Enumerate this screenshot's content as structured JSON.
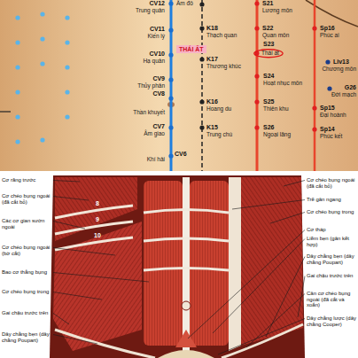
{
  "diagram": {
    "nodes": [
      {
        "text": [
          "THÁI ẤT"
        ]
      },
      {
        "text": [
          "Thái ất"
        ]
      }
    ],
    "labels": [
      "CV12",
      "Âm đô",
      "S21",
      "Lương môn",
      "Trung quản",
      "CV11",
      "K18",
      "S22",
      "Sp16",
      "Kiến lý",
      "Thạch quan",
      "Quan môn",
      "Phúc ai",
      "S23",
      "CV10",
      "K17",
      "Hạ quản",
      "Liv13",
      "Thương khúc",
      "Chương môn",
      "S24",
      "CV9",
      "Hoạt nhục môn",
      "Thủy phân",
      "G26",
      "Đới mạch",
      "CV8",
      "K16",
      "S25",
      "Sp15",
      "Thần khuyết",
      "Hoang du",
      "Thiên khu",
      "Đại hoành",
      "CV7",
      "K15",
      "S26",
      "Sp14",
      "Âm giao",
      "Trung chú",
      "Ngoại lăng",
      "Phúc kết",
      "CV6",
      "Khí hải",
      "Cơ răng trước",
      "Cơ chéo bụng ngoài (đã cắt bỏ)",
      "Các cơ gian sườn ngoài",
      "Cơ chéo bụng ngoài (bờ cắt)",
      "Bao cơ thẳng bụng",
      "Cơ chéo bụng trong",
      "Gai chậu trước trên",
      "Dây chằng bẹn (dây chằng Poupart)",
      "8",
      "9",
      "10",
      "Cơ chéo bụng ngoài (đã cắt bỏ)",
      "Trẽ gân ngang",
      "Cơ chéo bụng trong",
      "Cơ tháp",
      "Liềm bẹn (gân kết hợp)",
      "Dây chằng bẹn (dây chằng Poupart)",
      "Gai chậu trước trên",
      "Cân cơ chéo bụng ngoài (đã cắt và xoắn)",
      "Dây chằng lược (dây chằng Cooper)"
    ]
  }
}
